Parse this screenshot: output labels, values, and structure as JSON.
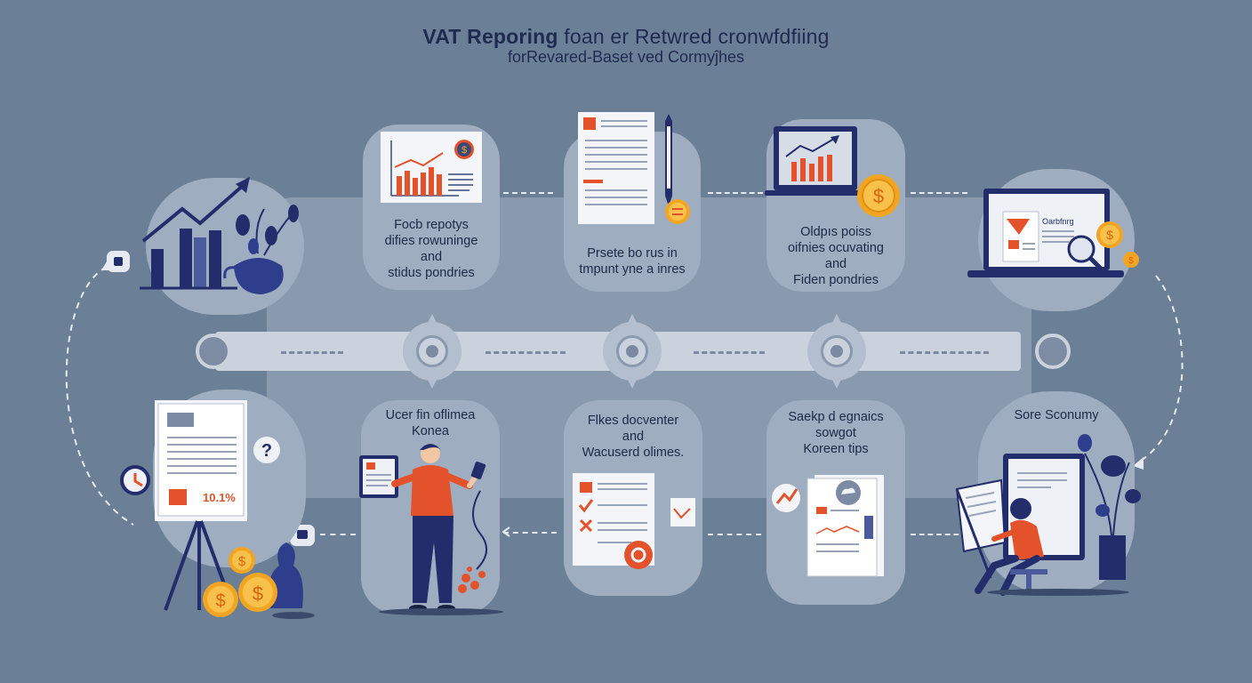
{
  "title": {
    "bold": "VAT Reporing",
    "rest": " foan er Retwred cronwfdfiing",
    "subtitle": "forRevared-Baset ᴠed Cormyĵhes"
  },
  "top_cards": [
    {
      "lines": [
        "Focb repotys",
        "difies rowuninge",
        "and",
        "stidus pondries"
      ]
    },
    {
      "lines": [
        "Prsete bo rus in",
        "tmpunt yne a inres"
      ]
    },
    {
      "lines": [
        "Oldpıs poiss",
        "oifnies ocuvating",
        "and",
        "Fiden pondries"
      ]
    }
  ],
  "bottom_cards": [
    {
      "lines": [
        "Ucer fin oflimea",
        "Konea"
      ]
    },
    {
      "lines": [
        "Flkes docventer",
        "and",
        "Wacuserd olimes."
      ]
    },
    {
      "lines": [
        "Saekp d egnaics",
        "sowgot",
        "",
        "Koreen tips"
      ]
    },
    {
      "lines": [
        "Sore Sconumy"
      ]
    }
  ],
  "graphics": {
    "laptop_label": "Oarbfnrg",
    "board_percent": "10.1%",
    "currency_symbol": "$",
    "question_mark": "?"
  },
  "colors": {
    "background": "#6b7f97",
    "card": "#9eadc0",
    "navy": "#232d6b",
    "accent_orange": "#e4522b",
    "coin": "#f2a523"
  }
}
